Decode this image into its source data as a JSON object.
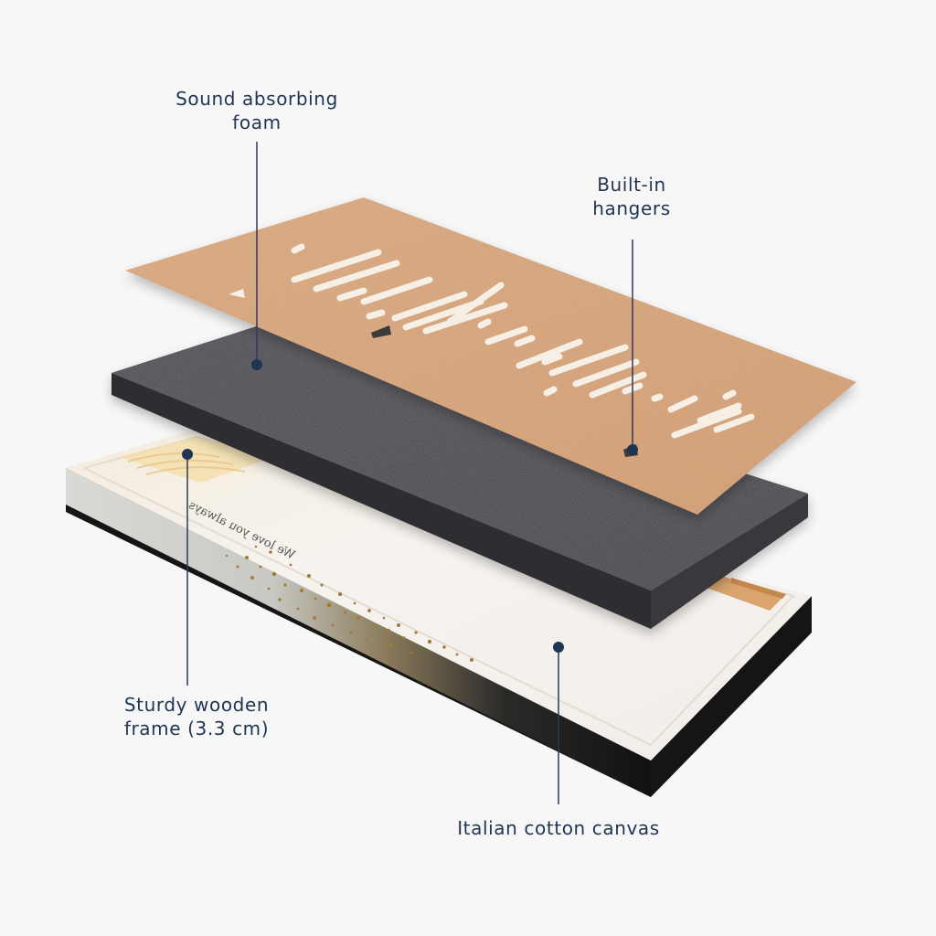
{
  "callouts": {
    "foam": {
      "line1": "Sound absorbing",
      "line2": "foam",
      "marker_icon": "dot-marker-icon"
    },
    "hangers": {
      "line1": "Built-in",
      "line2": "hangers",
      "marker_icon": "dot-marker-icon"
    },
    "frame": {
      "line1": "Sturdy wooden",
      "line2": "frame (3.3 cm)",
      "marker_icon": "dot-marker-icon"
    },
    "canvas": {
      "line1": "Italian cotton canvas",
      "marker_icon": "dot-marker-icon"
    }
  },
  "artwork": {
    "canvas_print_text": "We love you always"
  },
  "colors": {
    "background": "#f7f7f7",
    "label_text": "#1f3552",
    "leader_line": "#2a3b58",
    "backboard": "#d9a57a",
    "foam": "#4a4950",
    "frame_edge": "#141414",
    "canvas_face": "#f2efec",
    "gold_speckle": "#a07c3c"
  }
}
